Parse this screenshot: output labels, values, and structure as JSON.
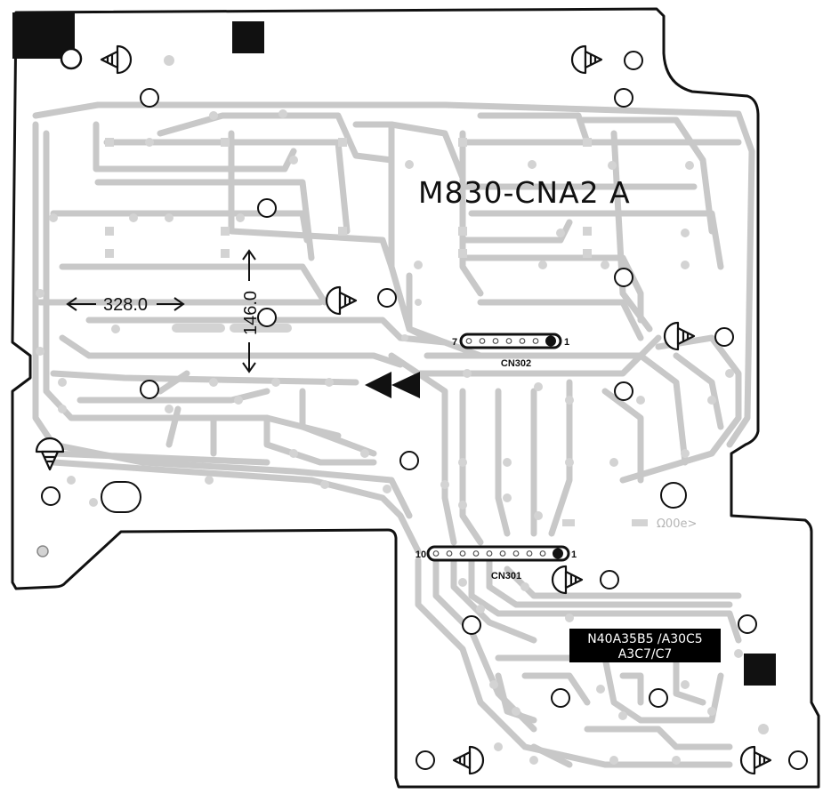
{
  "board_title": "M830-CNA2 A",
  "dimensions": {
    "horizontal": "328.0",
    "vertical": "146.0"
  },
  "connectors": {
    "cn302": {
      "label": "CN302",
      "pin_start": "7",
      "pin_end": "1"
    },
    "cn301": {
      "label": "CN301",
      "pin_start": "10",
      "pin_end": "1"
    }
  },
  "part_number": {
    "line1": "N40A35B5 /A30C5",
    "line2": "A3C7/C7"
  },
  "silk_mark": "Ω00e>",
  "colors": {
    "outline": "#111111",
    "trace": "#c8c8c8",
    "pad": "#d3d3d3",
    "label_bg": "#000000",
    "label_fg": "#ffffff"
  },
  "icons": [
    "mounting-hole-icon",
    "direction-arrow-icon",
    "fast-rewind-icon"
  ]
}
